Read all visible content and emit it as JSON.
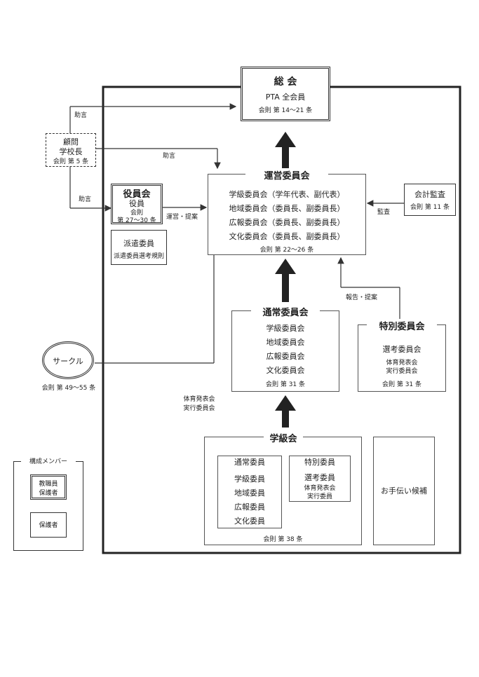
{
  "general_assembly": {
    "title": "総 会",
    "members": "PTA 全会員",
    "rule": "会則 第 14〜21 条"
  },
  "advisor": {
    "label1": "顧問",
    "label2": "学校長",
    "rule": "会則 第 5 条"
  },
  "edges": {
    "advice": "助言",
    "operation_proposal": "運営・提案",
    "audit": "監査",
    "report_proposal": "報告・提案"
  },
  "officers": {
    "title": "役員会",
    "members": "役員",
    "rule_label": "会則",
    "rule": "第 27〜30 条"
  },
  "delegate": {
    "title": "派遣委員",
    "rule": "派遣委員選考規則"
  },
  "steering": {
    "title": "運営委員会",
    "items": [
      "学級委員会（学年代表、副代表）",
      "地域委員会（委員長、副委員長）",
      "広報委員会（委員長、副委員長）",
      "文化委員会（委員長、副委員長）"
    ],
    "rule": "会則 第 22〜26 条"
  },
  "auditor": {
    "title": "会計監査",
    "rule": "会則 第 11 条"
  },
  "circle": {
    "title": "サークル",
    "rule": "会則 第 49〜55 条"
  },
  "regular_committee": {
    "title": "通常委員会",
    "items": [
      "学級委員会",
      "地域委員会",
      "広報委員会",
      "文化委員会"
    ],
    "rule": "会則 第 31 条"
  },
  "special_committee": {
    "title": "特別委員会",
    "items": [
      "選考委員会",
      "体育発表会",
      "実行委員会"
    ],
    "rule": "会則 第 31 条"
  },
  "sports_note": {
    "line1": "体育発表会",
    "line2": "実行委員会"
  },
  "class_meeting": {
    "title": "学級会",
    "regular": {
      "title": "通常委員",
      "items": [
        "学級委員",
        "地域委員",
        "広報委員",
        "文化委員"
      ]
    },
    "special": {
      "title": "特別委員",
      "items": [
        "選考委員",
        "体育発表会",
        "実行委員"
      ]
    },
    "rule": "会則 第 38 条"
  },
  "helpers": {
    "title": "お手伝い候補"
  },
  "legend": {
    "title": "構成メンバー",
    "item1_line1": "教職員",
    "item1_line2": "保護者",
    "item2": "保護者"
  }
}
